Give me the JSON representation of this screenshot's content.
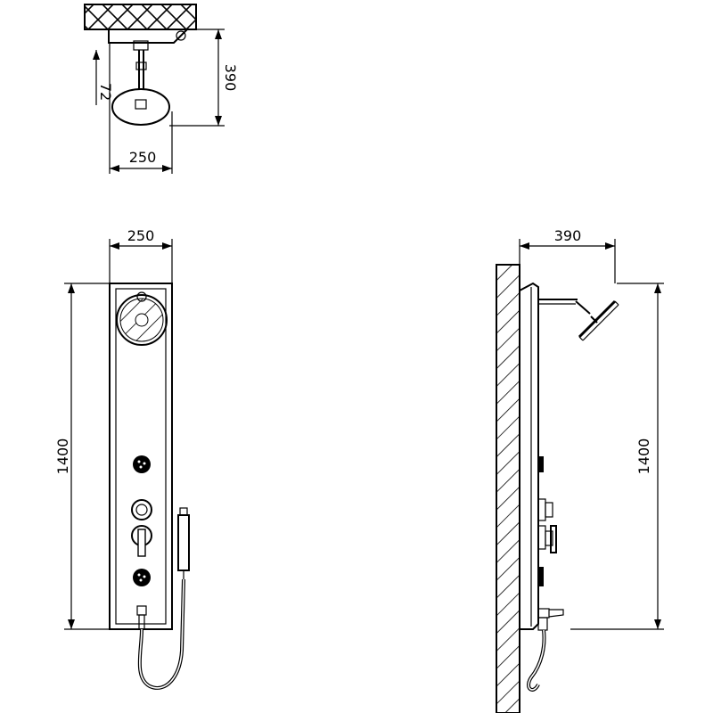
{
  "top_view": {
    "depth_label": "390",
    "width_label": "250",
    "offset_label": "72"
  },
  "front_view": {
    "width_label": "250",
    "height_label": "1400"
  },
  "side_view": {
    "depth_label": "390",
    "height_label": "1400"
  },
  "colors": {
    "line": "#000000",
    "background": "#ffffff"
  }
}
